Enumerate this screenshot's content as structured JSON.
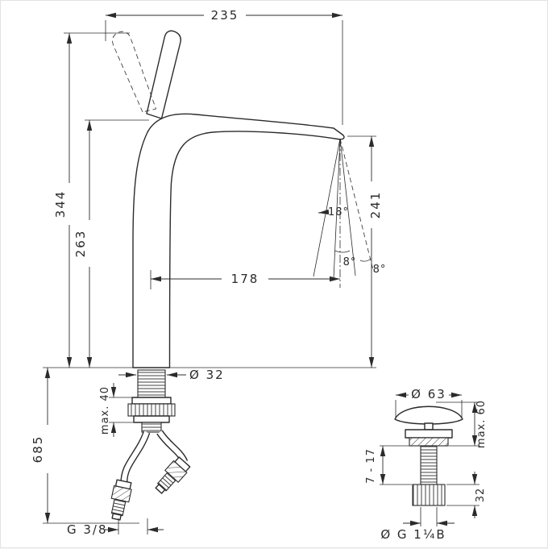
{
  "drawing": {
    "type": "technical-dimension-drawing",
    "subject": "tall single-lever basin mixer faucet with pop-up waste set",
    "units": "mm"
  },
  "labels": {
    "top_width": "235",
    "overall_height": "344",
    "spout_height": "263",
    "install_height": "685",
    "spout_reach": "178",
    "outlet_height": "241",
    "angle_main": "18°",
    "angle_a": "8°",
    "angle_b": "8°",
    "shank_diameter": "Ø 32",
    "max_thickness": "max. 40",
    "hose_thread": "G 3/8",
    "cap_diameter": "Ø 63",
    "drain_max_height": "max. 60",
    "drain_adjust_range": "7 - 17",
    "locknut_height": "32",
    "drain_thread": "Ø G 1¼B"
  }
}
